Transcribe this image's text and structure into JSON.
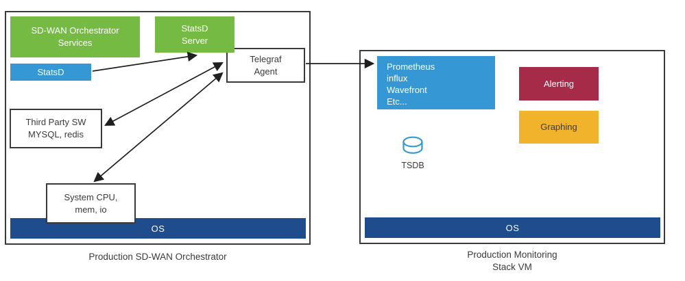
{
  "left_vm": {
    "caption": "Production SD-WAN Orchestrator",
    "orchestrator_services": "SD-WAN Orchestrator\nServices",
    "statsd": "StatsD",
    "statsd_server": "StatsD\nServer",
    "telegraf_agent": "Telegraf\nAgent",
    "third_party": "Third Party SW\nMYSQL, redis",
    "system_resources": "System CPU,\nmem, io",
    "os": "OS"
  },
  "right_vm": {
    "caption": "Production Monitoring\nStack VM",
    "collectors": "Prometheus\ninflux\nWavefront\nEtc...",
    "alerting": "Alerting",
    "graphing": "Graphing",
    "tsdb": "TSDB",
    "os": "OS"
  },
  "colors": {
    "green": "#75ba43",
    "blue": "#3598d5",
    "os_dark_blue": "#1e4c8c",
    "alerting_crimson": "#a52b49",
    "graphing_yellow": "#f1b32b",
    "arrow_black": "#1f1f1f"
  },
  "icons": {
    "tsdb": "database-cylinder-icon"
  }
}
